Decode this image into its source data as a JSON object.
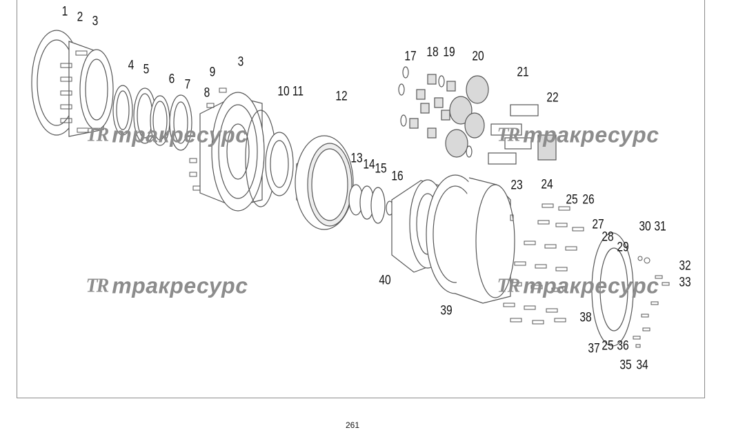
{
  "callouts": [
    {
      "label": "1"
    },
    {
      "label": "2"
    },
    {
      "label": "3"
    },
    {
      "label": "4"
    },
    {
      "label": "5"
    },
    {
      "label": "6"
    },
    {
      "label": "7"
    },
    {
      "label": "8"
    },
    {
      "label": "9"
    },
    {
      "label": "3"
    },
    {
      "label": "10"
    },
    {
      "label": "11"
    },
    {
      "label": "12"
    },
    {
      "label": "13"
    },
    {
      "label": "14"
    },
    {
      "label": "15"
    },
    {
      "label": "16"
    },
    {
      "label": "17"
    },
    {
      "label": "18"
    },
    {
      "label": "19"
    },
    {
      "label": "20"
    },
    {
      "label": "21"
    },
    {
      "label": "22"
    },
    {
      "label": "23"
    },
    {
      "label": "24"
    },
    {
      "label": "25"
    },
    {
      "label": "26"
    },
    {
      "label": "27"
    },
    {
      "label": "28"
    },
    {
      "label": "29"
    },
    {
      "label": "30"
    },
    {
      "label": "31"
    },
    {
      "label": "32"
    },
    {
      "label": "33"
    },
    {
      "label": "34"
    },
    {
      "label": "35"
    },
    {
      "label": "36"
    },
    {
      "label": "25"
    },
    {
      "label": "37"
    },
    {
      "label": "38"
    },
    {
      "label": "39"
    },
    {
      "label": "40"
    }
  ],
  "watermarks": [
    {
      "logo": "TR",
      "text": "тракресурс"
    },
    {
      "logo": "TR",
      "text": "тракресурс"
    },
    {
      "logo": "TR",
      "text": "тракресурс"
    },
    {
      "logo": "TR",
      "text": "тракресурс"
    }
  ],
  "page_number": "261",
  "colors": {
    "line": "#555555",
    "part_fill": "#ffffff",
    "shade": "#d9d9d9",
    "watermark": "#8c8c8c",
    "frame": "#8a8a8a"
  }
}
